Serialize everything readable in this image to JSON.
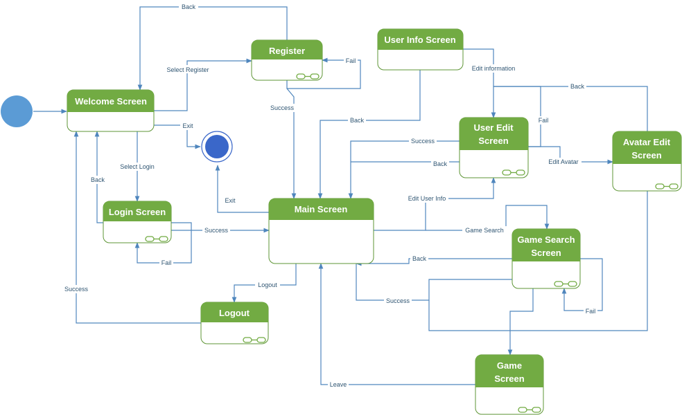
{
  "colors": {
    "state_fill": "#ffffff",
    "state_header": "#72ab43",
    "state_border": "#5e9535",
    "edge": "#4f86bd",
    "initial_node": "#5b9bd5",
    "final_node": "#3a67c9",
    "label_text": "#2f5572"
  },
  "states": {
    "welcome": {
      "title": "Welcome Screen"
    },
    "register": {
      "title": "Register"
    },
    "user_info": {
      "title": "User Info Screen"
    },
    "user_edit": {
      "title": "User Edit Screen",
      "lines": [
        "User Edit",
        "Screen"
      ]
    },
    "avatar_edit": {
      "title": "Avatar Edit Screen",
      "lines": [
        "Avatar Edit",
        "Screen"
      ]
    },
    "login": {
      "title": "Login Screen"
    },
    "main": {
      "title": "Main Screen"
    },
    "game_search": {
      "title": "Game Search Screen",
      "lines": [
        "Game Search",
        "Screen"
      ]
    },
    "logout": {
      "title": "Logout"
    },
    "game": {
      "title": "Game Screen",
      "lines": [
        "Game",
        "Screen"
      ]
    }
  },
  "transitions": {
    "welcome_register_back": "Back",
    "welcome_to_register": "Select Register",
    "register_fail": "Fail",
    "register_success": "Success",
    "welcome_exit": "Exit",
    "welcome_to_login": "Select Login",
    "login_back": "Back",
    "login_success": "Success",
    "login_fail": "Fail",
    "main_exit": "Exit",
    "main_logout": "Logout",
    "logout_success": "Success",
    "userinfo_back": "Back",
    "edit_information": "Edit information",
    "useredit_success": "Success",
    "useredit_back": "Back",
    "useredit_fail": "Fail",
    "edit_avatar": "Edit Avatar",
    "avatar_back": "Back",
    "edit_user_info": "Edit User Info",
    "game_search": "Game Search",
    "gamesearch_back": "Back",
    "gamesearch_success": "Success",
    "gamesearch_fail": "Fail",
    "game_leave": "Leave"
  }
}
